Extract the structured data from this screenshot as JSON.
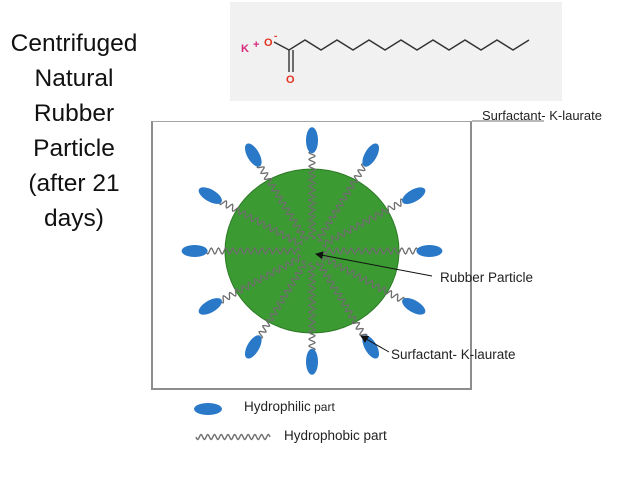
{
  "title_lines": [
    "Centrifuged",
    "Natural",
    "Rubber",
    "Particle",
    "(after 21",
    "days)"
  ],
  "formula": {
    "potassium": "K",
    "plus": "+",
    "oxygen_single": "O",
    "minus": "-",
    "oxygen_double": "O"
  },
  "formula_caption": "Surfactant- K-laurate",
  "callouts": {
    "rubber_particle": "Rubber Particle",
    "surfactant": "Surfactant- K-laurate"
  },
  "legend": {
    "hydrophilic_prefix": "Hydrophilic",
    "hydrophilic_suffix": " part",
    "hydrophobic": "Hydrophobic part"
  },
  "colors": {
    "particle_fill": "#3b9a32",
    "particle_stroke": "#2d7a27",
    "head_fill": "#2a78c8",
    "tail_stroke": "#6e6e6e",
    "potassium": "#d6297e",
    "oxygen": "#e2321f",
    "chain": "#333333"
  },
  "surfactant_count": 12
}
